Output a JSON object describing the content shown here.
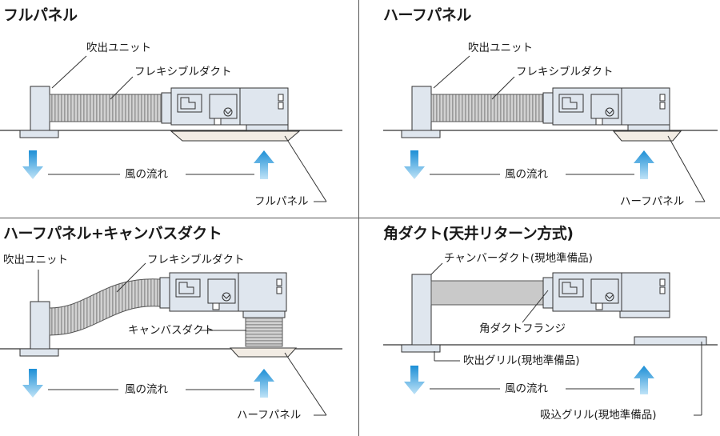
{
  "panels": [
    {
      "title": "フルパネル",
      "labels": {
        "unit": "吹出ユニット",
        "duct": "フレキシブルダクト",
        "flow": "風の流れ",
        "panel": "フルパネル"
      }
    },
    {
      "title": "ハーフパネル",
      "labels": {
        "unit": "吹出ユニット",
        "duct": "フレキシブルダクト",
        "flow": "風の流れ",
        "panel": "ハーフパネル"
      }
    },
    {
      "title": "ハーフパネル+キャンバスダクト",
      "labels": {
        "unit": "吹出ユニット",
        "duct": "フレキシブルダクト",
        "canvas": "キャンバスダクト",
        "flow": "風の流れ",
        "panel": "ハーフパネル"
      }
    },
    {
      "title": "角ダクト(天井リターン方式)",
      "labels": {
        "chamber": "チャンバーダクト(現地準備品)",
        "flange": "角ダクトフランジ",
        "outlet": "吹出グリル(現地準備品)",
        "flow": "風の流れ",
        "intake": "吸込グリル(現地準備品)"
      }
    }
  ],
  "colors": {
    "unit_fill": "#dfe6ee",
    "stroke": "#333333",
    "arrow": "#1c8fd6",
    "duct": "#c9c9c9",
    "panel_fill": "#f2ece4"
  }
}
